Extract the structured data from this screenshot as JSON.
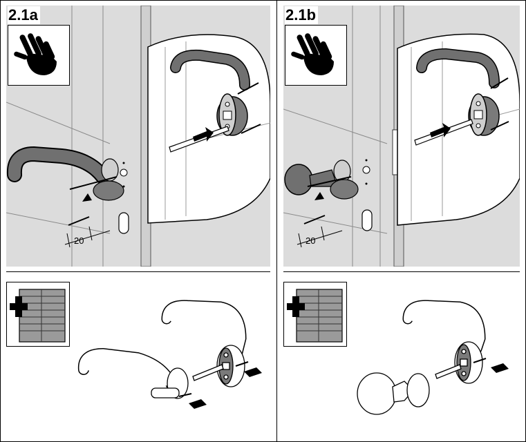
{
  "figure": {
    "panels": [
      {
        "id": "2.1a",
        "label": "2.1a",
        "dimension": "20"
      },
      {
        "id": "2.1b",
        "label": "2.1b",
        "dimension": "20"
      }
    ],
    "icons": {
      "top": "hand-icon",
      "bottom": "add-door-panel-icon"
    },
    "colors": {
      "wall": "#dcdcdc",
      "handle_dark": "#6e6e6e",
      "line": "#000000",
      "paper": "#ffffff"
    }
  }
}
